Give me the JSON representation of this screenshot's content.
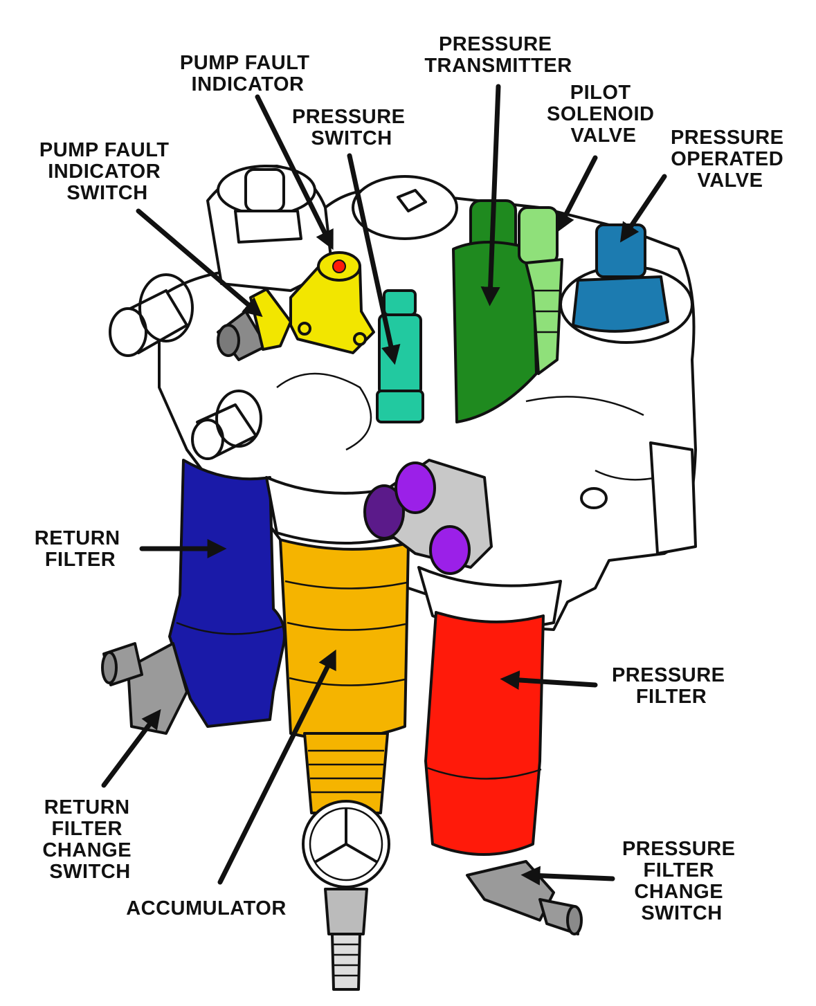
{
  "labels": {
    "pump_fault_indicator": [
      "PUMP FAULT",
      "INDICATOR"
    ],
    "pressure_transmitter": [
      "PRESSURE",
      "TRANSMITTER"
    ],
    "pressure_switch": [
      "PRESSURE",
      "SWITCH"
    ],
    "pilot_solenoid_valve": [
      "PILOT",
      "SOLENOID",
      "VALVE"
    ],
    "pressure_operated_valve": [
      "PRESSURE",
      "OPERATED",
      "VALVE"
    ],
    "pump_fault_indicator_switch": [
      "PUMP FAULT",
      "INDICATOR",
      "SWITCH"
    ],
    "return_filter": [
      "RETURN",
      "FILTER"
    ],
    "pressure_filter": [
      "PRESSURE",
      "FILTER"
    ],
    "return_filter_change_switch": [
      "RETURN",
      "FILTER",
      "CHANGE",
      "SWITCH"
    ],
    "accumulator": [
      "ACCUMULATOR"
    ],
    "pressure_filter_change_switch": [
      "PRESSURE",
      "FILTER",
      "CHANGE",
      "SWITCH"
    ]
  },
  "colors": {
    "return_filter": "#1a1aa8",
    "accumulator": "#f5b400",
    "pressure_filter": "#ff1a0a",
    "pressure_transmitter": "#1f8a1f",
    "pilot_solenoid_valve": "#8fe07a",
    "pressure_operated_valve": "#1c7bb0",
    "pressure_switch": "#22c9a0",
    "pump_fault_indicator": "#f2e600",
    "ports": "#9b20e8",
    "switch_body": "#9a9a9a",
    "housing": "#ffffff"
  }
}
